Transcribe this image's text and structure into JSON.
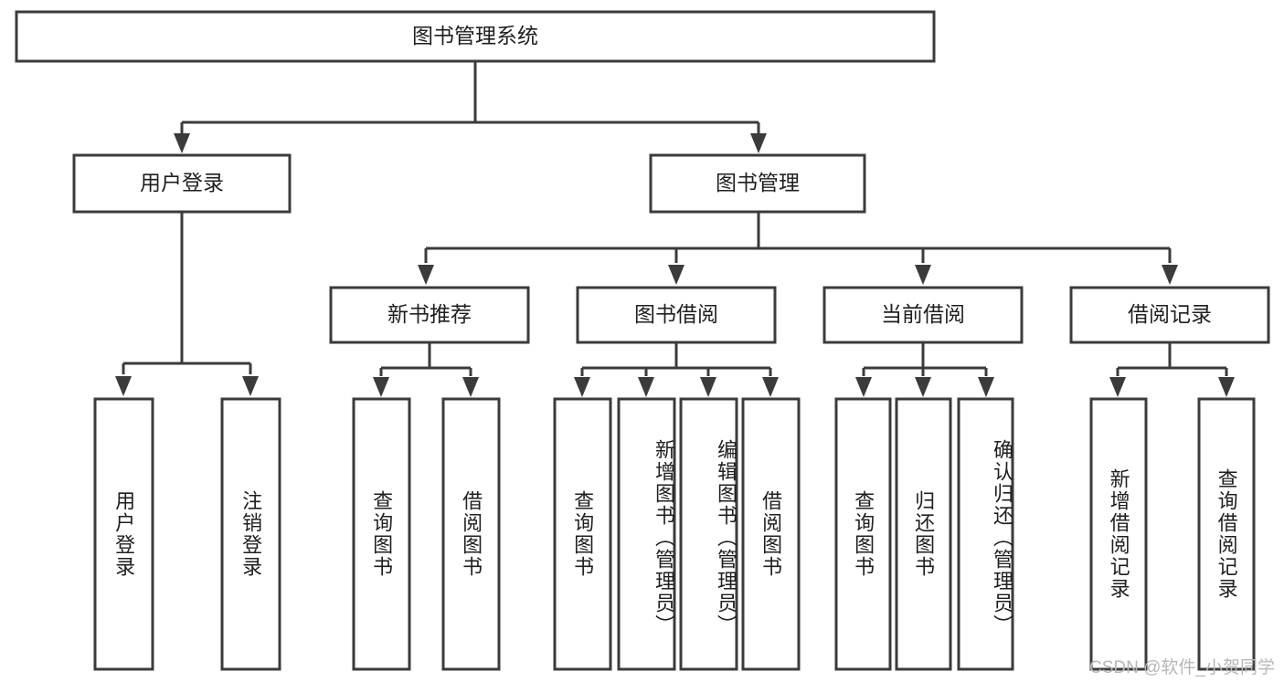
{
  "diagram": {
    "title": "图书管理系统",
    "type": "tree-hierarchy",
    "orientation": "top-down",
    "colors": {
      "box_stroke": "#3b3b3b",
      "box_fill": "#ffffff",
      "text": "#1f1f1f",
      "connector": "#3b3b3b",
      "watermark": "#b7b7b7"
    },
    "root": {
      "label": "图书管理系统"
    },
    "level2": [
      {
        "label": "用户登录"
      },
      {
        "label": "图书管理"
      }
    ],
    "level3": [
      {
        "label": "新书推荐"
      },
      {
        "label": "图书借阅"
      },
      {
        "label": "当前借阅"
      },
      {
        "label": "借阅记录"
      }
    ],
    "leaves": {
      "user_login": [
        {
          "label": "用户登录"
        },
        {
          "label": "注销登录"
        }
      ],
      "new_book_recommend": [
        {
          "label": "查询图书"
        },
        {
          "label": "借阅图书"
        }
      ],
      "book_borrow": [
        {
          "label": "查询图书"
        },
        {
          "label": "新增图书（管理员）"
        },
        {
          "label": "编辑图书（管理员）"
        },
        {
          "label": "借阅图书"
        }
      ],
      "current_borrow": [
        {
          "label": "查询图书"
        },
        {
          "label": "归还图书"
        },
        {
          "label": "确认归还（管理员）"
        }
      ],
      "borrow_record": [
        {
          "label": "新增借阅记录"
        },
        {
          "label": "查询借阅记录"
        }
      ]
    }
  },
  "watermark": {
    "text": "CSDN @软件_小贺同学"
  }
}
